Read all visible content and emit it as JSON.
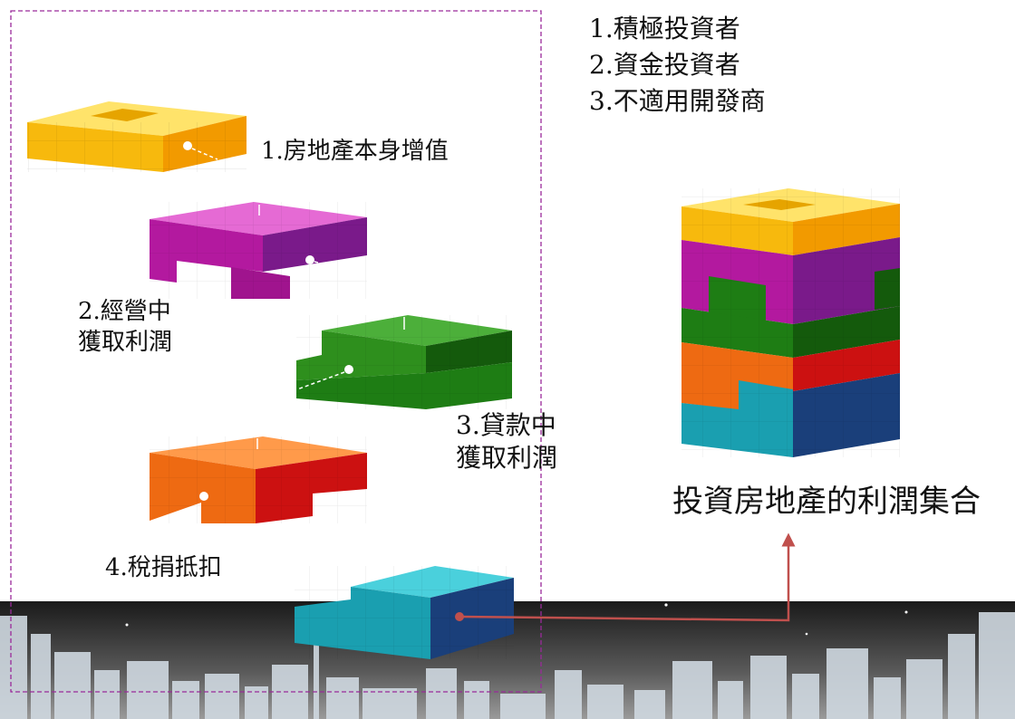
{
  "investor_types": [
    "1.積極投資者",
    "2.資金投資者",
    "3.不適用開發商"
  ],
  "profit_sources": [
    {
      "lines": [
        "1.房地產本身增值"
      ],
      "color": "#f7a90d"
    },
    {
      "lines": [
        "2.經營中",
        "獲取利潤"
      ],
      "color": "#b3199f"
    },
    {
      "lines": [
        "3.貸款中",
        "獲取利潤"
      ],
      "color": "#1e7d14"
    },
    {
      "lines": [
        "4.稅捐抵扣"
      ],
      "color": "#e64a12"
    }
  ],
  "result_label": "投資房地產的利潤集合",
  "colors": {
    "yellow": "#f7b90d",
    "magenta": "#b3199f",
    "green": "#1e7d14",
    "orange": "#ee6a12",
    "red": "#cc1111",
    "teal": "#1a9fb0",
    "navy": "#1a3f7a",
    "arrow": "#c0504d",
    "dashed_frame": "#9a2a9a"
  }
}
